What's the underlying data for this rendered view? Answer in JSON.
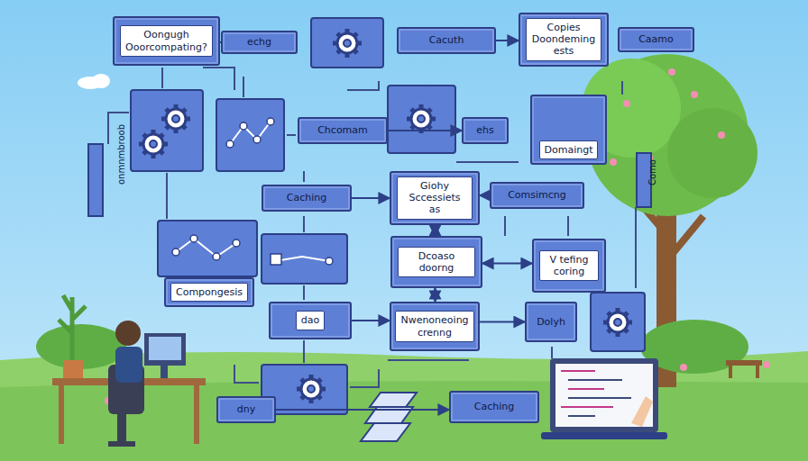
{
  "diagram": {
    "nodes": [
      {
        "text": [
          "Oongugh Ooorcompating?"
        ]
      },
      {
        "text": [
          "echg"
        ]
      },
      {
        "text": [
          "Cacuth"
        ]
      },
      {
        "text": [
          "Copies Doondeming ests"
        ]
      },
      {
        "text": [
          "Caamo"
        ]
      },
      {
        "text": [
          "Chcomam"
        ]
      },
      {
        "text": [
          "ehs"
        ]
      },
      {
        "text": [
          "Domaingt"
        ]
      },
      {
        "text": [
          "Caching"
        ]
      },
      {
        "text": [
          "Giohy Sccessiets as"
        ]
      },
      {
        "text": [
          "Comsimcng"
        ]
      },
      {
        "text": [
          "Compongesis"
        ]
      },
      {
        "text": [
          "Dcoaso doorng"
        ]
      },
      {
        "text": [
          "V tefing coring"
        ]
      },
      {
        "text": [
          "dao"
        ]
      },
      {
        "text": [
          "Nwenoneoing crenng"
        ]
      },
      {
        "text": [
          "Dolyh"
        ]
      },
      {
        "text": [
          "dny"
        ]
      },
      {
        "text": [
          "Caching"
        ]
      }
    ],
    "edges": [
      {
        "from": 0,
        "to": 1,
        "arrow": "to"
      },
      {
        "from": 2,
        "to": 3,
        "arrow": "to"
      },
      {
        "from": 5,
        "to": 6,
        "arrow": "to"
      },
      {
        "from": 8,
        "to": 9,
        "arrow": "to"
      },
      {
        "from": 10,
        "to": 9,
        "arrow": "to"
      },
      {
        "from": 9,
        "to": 12,
        "arrow": "both"
      },
      {
        "from": 12,
        "to": 13,
        "arrow": "both"
      },
      {
        "from": 12,
        "to": 15,
        "arrow": "both"
      },
      {
        "from": 14,
        "to": 15,
        "arrow": "to"
      },
      {
        "from": 15,
        "to": 16,
        "arrow": "to"
      },
      {
        "from": 17,
        "to": 18,
        "arrow": "to"
      }
    ],
    "labels": [
      "onmnmbroob",
      "Como"
    ]
  }
}
